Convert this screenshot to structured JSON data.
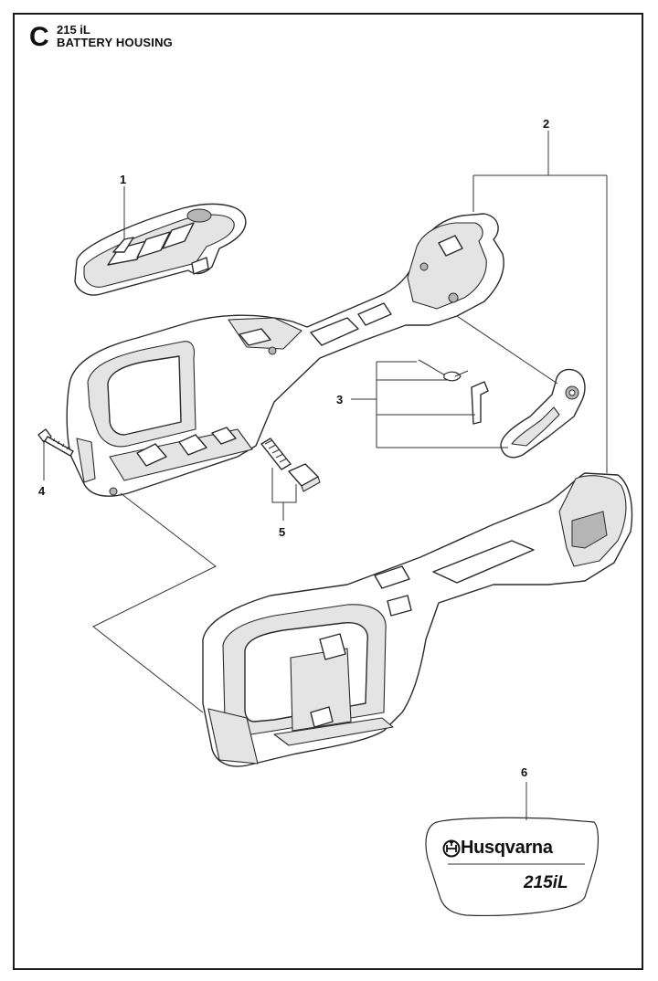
{
  "header": {
    "section": "C",
    "model": "215 iL",
    "title": "BATTERY HOUSING"
  },
  "callouts": [
    "1",
    "2",
    "3",
    "4",
    "5",
    "6"
  ],
  "decal": {
    "brand": "Husqvarna",
    "model": "215iL",
    "icon": "husqvarna-crown-icon"
  }
}
